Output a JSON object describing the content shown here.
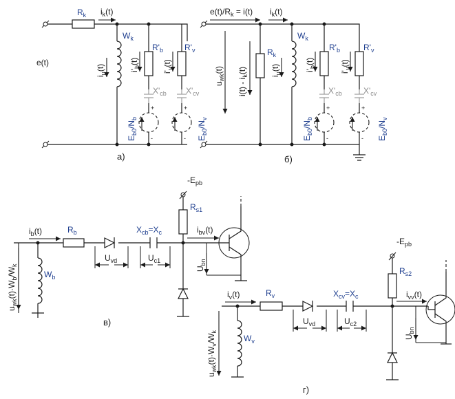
{
  "panel_a": {
    "caption": "а)",
    "source": "e(t)",
    "rk": "R",
    "rk_sub": "k",
    "ik": "i",
    "ik_sub": "k",
    "ik_tail": "(t)",
    "wk": "W",
    "wk_sub": "k",
    "imu": "i",
    "imu_sub": "μ",
    "imu_tail": "(t)",
    "ib": "i'",
    "ib_sub": "b",
    "ib_tail": "(t)",
    "iv": "i'",
    "iv_sub": "v",
    "iv_tail": "(t)",
    "rb": "R'",
    "rb_sub": "b",
    "rv": "R'",
    "rv_sub": "v",
    "xcb": "X'",
    "xcb_sub": "cb",
    "xcv": "X'",
    "xcv_sub": "cv",
    "eb": "E",
    "eb_sub": "b0",
    "eb_tail": "/N",
    "eb_tail_sub": "b",
    "ev": "E",
    "ev_sub": "b0",
    "ev_tail": "/N",
    "ev_tail_sub": "v",
    "plus": "+",
    "minus": "-"
  },
  "panel_b": {
    "caption": "б)",
    "top_current": "e(t)/R",
    "top_current_sub": "k",
    "top_current_tail": " = i(t)",
    "ik": "i",
    "ik_sub": "k",
    "ik_tail": "(t)",
    "uwk": "u",
    "uwk_sub": "wk",
    "uwk_tail": "(t)",
    "diff": "i(t) - i",
    "diff_sub": "k",
    "diff_tail": "(t)",
    "rk": "R",
    "rk_sub": "k",
    "wk": "W",
    "wk_sub": "k",
    "imu": "i",
    "imu_sub": "μ",
    "imu_tail": "(t)",
    "ib": "i'",
    "ib_sub": "b",
    "ib_tail": "(t)",
    "iv": "i'",
    "iv_sub": "v",
    "iv_tail": "(t)",
    "rb": "R'",
    "rb_sub": "b",
    "rv": "R'",
    "rv_sub": "v",
    "xcb": "X'",
    "xcb_sub": "cb",
    "xcv": "X'",
    "xcv_sub": "cv",
    "eb": "E",
    "eb_sub": "b0",
    "eb_tail": "/N",
    "eb_tail_sub": "b",
    "ev": "E",
    "ev_sub": "b0",
    "ev_tail": "/N",
    "ev_tail_sub": "v",
    "plus": "+",
    "minus": "-"
  },
  "panel_v": {
    "caption": "в)",
    "epb": "-E",
    "epb_sub": "pb",
    "rs": "R",
    "rs_sub": "s1",
    "ib": "i",
    "ib_sub": "b",
    "ib_tail": "(t)",
    "rb": "R",
    "rb_sub": "b",
    "xcb": "X",
    "xcb_sub": "cb",
    "xc_eq": "=X",
    "xc_sub": "c",
    "ibv": "i",
    "ibv_sub": "bv",
    "ibv_tail": "(t)",
    "uvd": "U",
    "uvd_sub": "vd",
    "uc": "U",
    "uc_sub": "c1",
    "ubn": "U",
    "ubn_sub": "bn",
    "w": "W",
    "w_sub": "b",
    "uwk": "u",
    "uwk_sub": "wk",
    "uwk_tail": "(t)·W",
    "uwk_tail_sub": "b",
    "uwk_end": "/W",
    "uwk_end_sub": "k"
  },
  "panel_g": {
    "caption": "г)",
    "epb": "-E",
    "epb_sub": "pb",
    "rs": "R",
    "rs_sub": "s2",
    "iv": "i",
    "iv_sub": "v",
    "iv_tail": "(t)",
    "rv": "R",
    "rv_sub": "v",
    "xcv": "X",
    "xcv_sub": "cv",
    "xc_eq": "=X",
    "xc_sub": "c",
    "ivv": "i",
    "ivv_sub": "vv",
    "ivv_tail": "(t)",
    "uvd": "U",
    "uvd_sub": "vd",
    "uc": "U",
    "uc_sub": "c2",
    "ubn": "U",
    "ubn_sub": "bn",
    "w": "W",
    "w_sub": "v",
    "uwk": "u",
    "uwk_sub": "wk",
    "uwk_tail": "(t)·W",
    "uwk_tail_sub": "v",
    "uwk_end": "/W",
    "uwk_end_sub": "k"
  },
  "colors": {
    "ink": "#1a1a1a",
    "label_blue": "#1f3f8f",
    "gray": "#8a8a8a"
  }
}
